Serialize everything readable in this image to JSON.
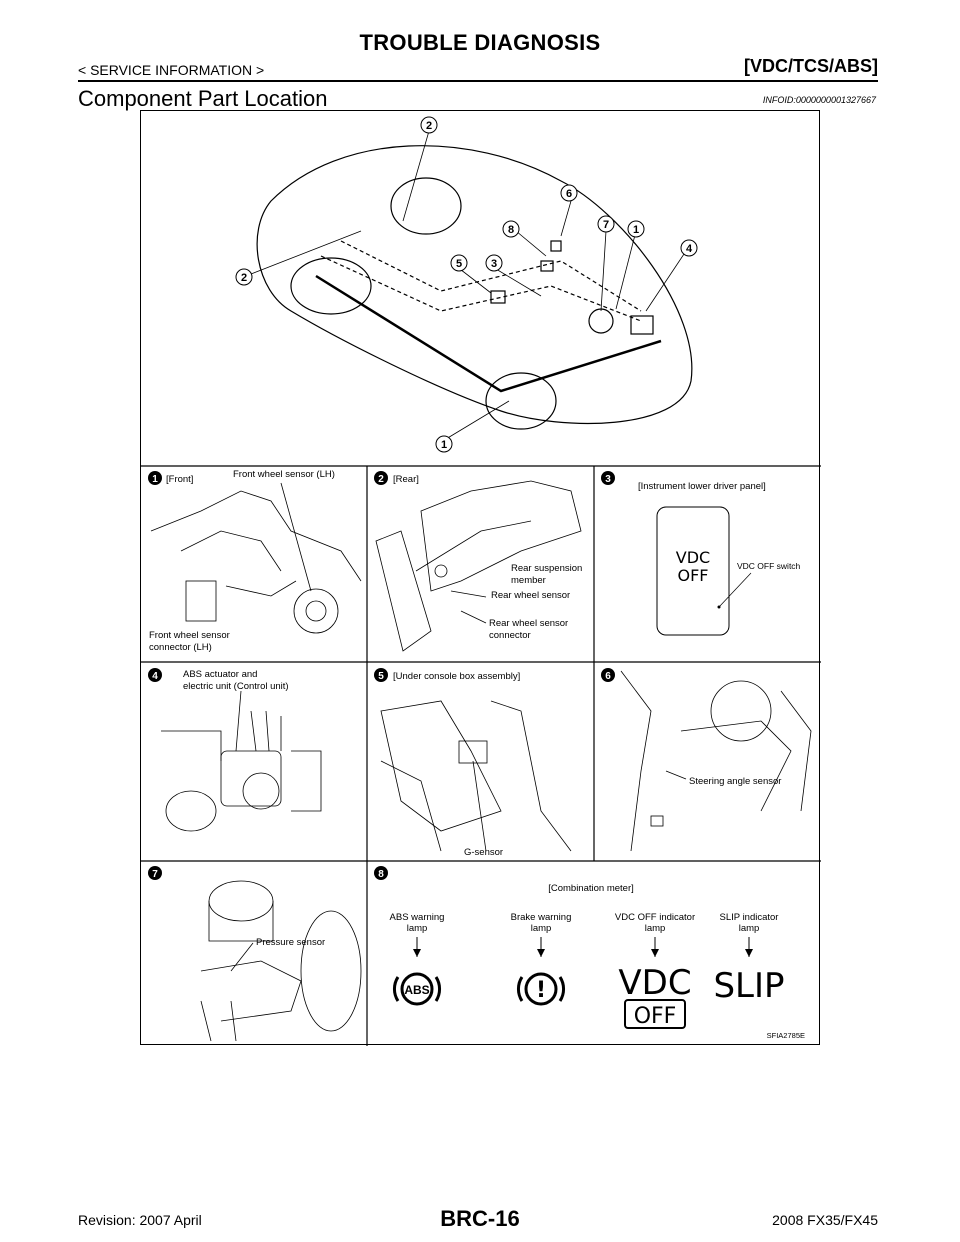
{
  "header": {
    "title": "TROUBLE DIAGNOSIS",
    "section_left": "< SERVICE INFORMATION >",
    "section_right": "[VDC/TCS/ABS]"
  },
  "section": {
    "title": "Component Part Location",
    "info_id": "INFOID:0000000001327667"
  },
  "figure": {
    "overview_callouts": [
      "2",
      "6",
      "7",
      "1",
      "4",
      "8",
      "5",
      "3",
      "2",
      "1"
    ],
    "panels": [
      {
        "num": "1",
        "heading": "[Front]",
        "labels": [
          "Front wheel sensor (LH)",
          "Front wheel sensor",
          "connector (LH)"
        ]
      },
      {
        "num": "2",
        "heading": "[Rear]",
        "labels": [
          "Rear suspension",
          "member",
          "Rear wheel sensor",
          "Rear wheel sensor",
          "connector"
        ]
      },
      {
        "num": "3",
        "heading": "[Instrument lower driver panel]",
        "labels": [
          "VDC",
          "OFF",
          "VDC OFF switch"
        ]
      },
      {
        "num": "4",
        "heading": "",
        "labels": [
          "ABS actuator and",
          "electric unit (Control unit)"
        ]
      },
      {
        "num": "5",
        "heading": "[Under console box assembly]",
        "labels": [
          "G-sensor"
        ]
      },
      {
        "num": "6",
        "heading": "",
        "labels": [
          "Steering angle sensor"
        ]
      },
      {
        "num": "7",
        "heading": "",
        "labels": [
          "Pressure sensor"
        ]
      },
      {
        "num": "8",
        "heading": "[Combination meter]",
        "labels": []
      }
    ],
    "lamps": [
      {
        "line1": "ABS warning",
        "line2": "lamp",
        "symbol": "ABS"
      },
      {
        "line1": "Brake warning",
        "line2": "lamp",
        "symbol": "!"
      },
      {
        "line1": "VDC OFF indicator",
        "line2": "lamp",
        "symbol": "VDC",
        "symbol2": "OFF"
      },
      {
        "line1": "SLIP indicator",
        "line2": "lamp",
        "symbol": "SLIP"
      }
    ],
    "code": "SFIA2785E"
  },
  "footer": {
    "page": "BRC-16",
    "revision": "Revision: 2007 April",
    "model": "2008 FX35/FX45"
  }
}
